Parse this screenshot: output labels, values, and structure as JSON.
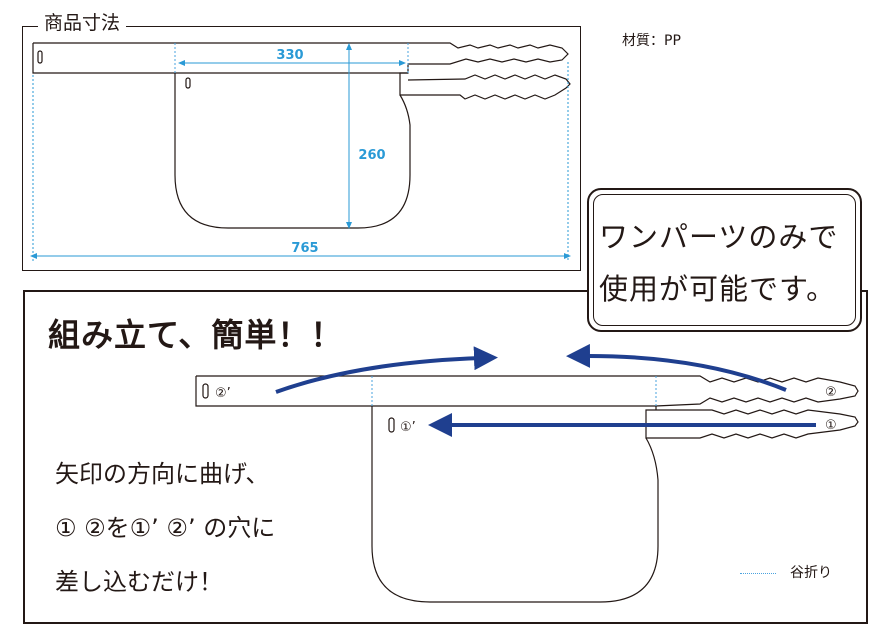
{
  "top_panel": {
    "title": "商品寸法",
    "dimensions": {
      "width_top": "330",
      "height": "260",
      "width_total": "765"
    }
  },
  "material": "材質：PP",
  "callout": {
    "line1": "ワンパーツのみで",
    "line2": "使用が可能です。"
  },
  "bottom_panel": {
    "headline": "組み立て、簡単！！",
    "instructions": [
      "矢印の方向に曲げ、",
      "① ②を①’ ②’ の穴に",
      "差し込むだけ！"
    ],
    "marks": {
      "slot2": "②’",
      "slot1": "①’",
      "tab2": "②",
      "tab1": "①"
    },
    "legend": "谷折り"
  },
  "colors": {
    "outline": "#231815",
    "dimension": "#2a9ad6",
    "arrow": "#1f3f8f",
    "fold_line": "#4aa3df"
  }
}
